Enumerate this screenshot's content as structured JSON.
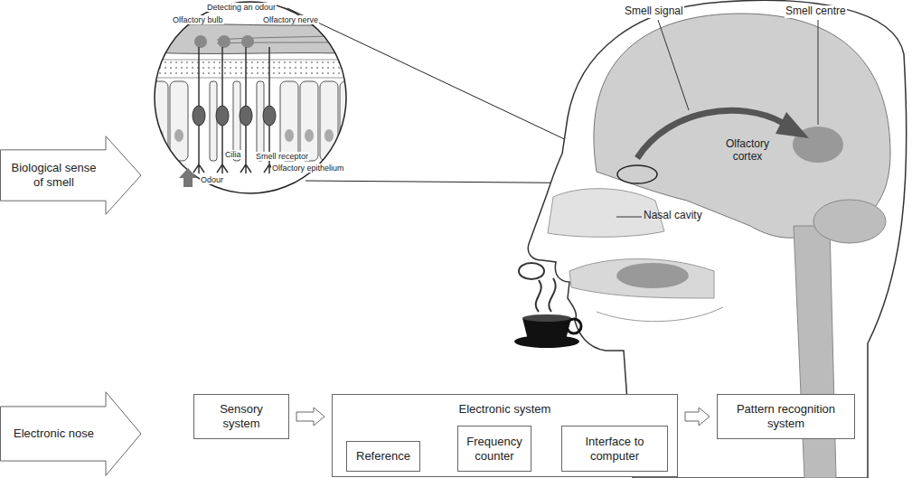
{
  "diagram": {
    "nodes": [
      {
        "text": [
          "Biological sense of smell"
        ]
      },
      {
        "text": [
          "Electronic nose"
        ]
      },
      {
        "text": [
          "Sensory system"
        ]
      },
      {
        "text": [
          "Electronic system"
        ]
      },
      {
        "text": [
          "Reference"
        ],
        "in": 3
      },
      {
        "text": [
          "Frequency counter"
        ],
        "in": 3
      },
      {
        "text": [
          "Interface to computer"
        ],
        "in": 3
      },
      {
        "text": [
          "Pattern recognition system"
        ]
      }
    ],
    "edges": [
      {
        "from": 2,
        "to": 3,
        "arrow": "to"
      },
      {
        "from": 3,
        "to": 7,
        "arrow": "to"
      }
    ],
    "labels": [
      "Detecting an odour",
      "Olfactory bulb",
      "Olfactory nerve",
      "Cilia",
      "Smell receptor",
      "Olfactory epithelium",
      "Odour",
      "Smell signal",
      "Smell centre",
      "Olfactory cortex",
      "Nasal cavity"
    ]
  }
}
